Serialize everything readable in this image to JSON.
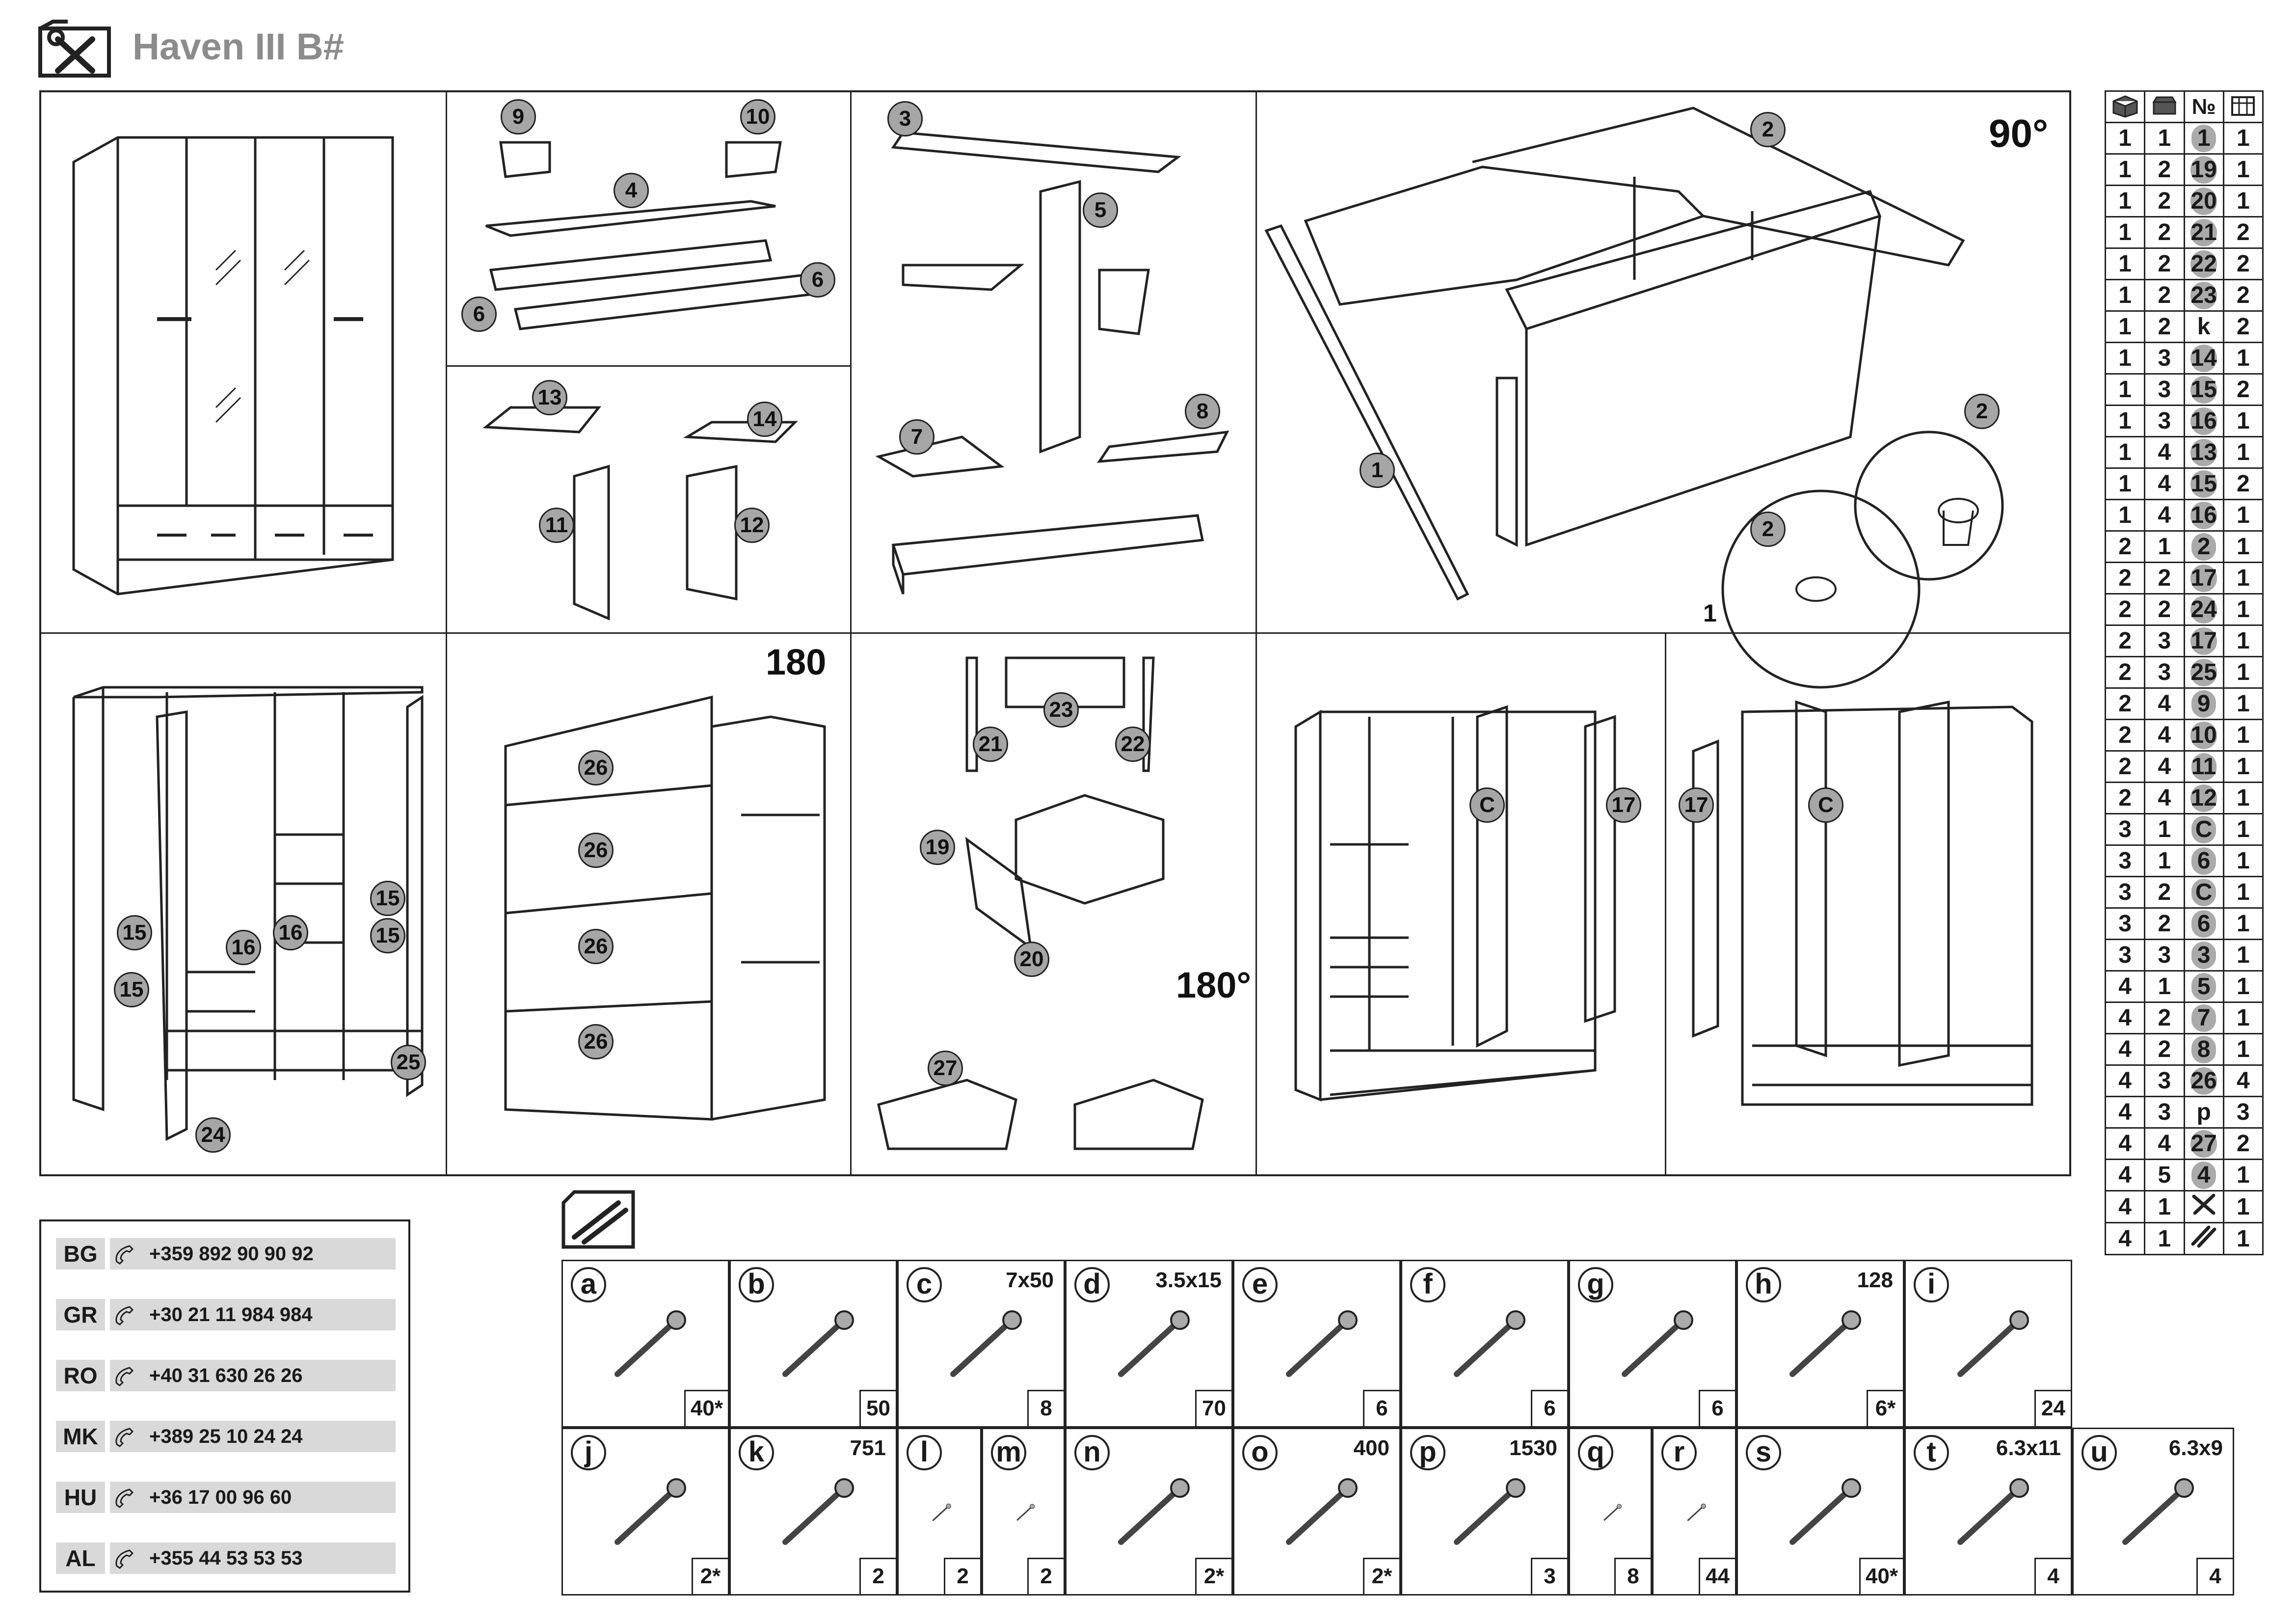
{
  "header": {
    "title": "Haven III B#"
  },
  "panels": {
    "p2": {
      "parts": [
        "9",
        "10",
        "4",
        "6",
        "6"
      ]
    },
    "p3": {
      "parts": [
        "13",
        "14",
        "11",
        "12"
      ]
    },
    "p4": {
      "parts": [
        "3",
        "5",
        "7",
        "8"
      ]
    },
    "p5": {
      "parts": [
        "2",
        "1",
        "2",
        "2",
        "1"
      ],
      "rotation": "90°"
    },
    "p7": {
      "parts": [
        "26",
        "26",
        "26",
        "26"
      ],
      "rotation": "180"
    },
    "p8": {
      "parts": [
        "23",
        "21",
        "22",
        "19",
        "20",
        "27"
      ],
      "rotation": "180°"
    },
    "p9": {
      "parts": [
        "C",
        "17"
      ]
    },
    "p10": {
      "parts": [
        "17",
        "C"
      ]
    },
    "p6": {
      "parts": [
        "15",
        "16",
        "16",
        "15",
        "15",
        "15",
        "24",
        "25"
      ]
    }
  },
  "parts_table": {
    "rows": [
      [
        "1",
        "1",
        "1",
        "1"
      ],
      [
        "1",
        "2",
        "19",
        "1"
      ],
      [
        "1",
        "2",
        "20",
        "1"
      ],
      [
        "1",
        "2",
        "21",
        "2"
      ],
      [
        "1",
        "2",
        "22",
        "2"
      ],
      [
        "1",
        "2",
        "23",
        "2"
      ],
      [
        "1",
        "2",
        "k",
        "2"
      ],
      [
        "1",
        "3",
        "14",
        "1"
      ],
      [
        "1",
        "3",
        "15",
        "2"
      ],
      [
        "1",
        "3",
        "16",
        "1"
      ],
      [
        "1",
        "4",
        "13",
        "1"
      ],
      [
        "1",
        "4",
        "15",
        "2"
      ],
      [
        "1",
        "4",
        "16",
        "1"
      ],
      [
        "2",
        "1",
        "2",
        "1"
      ],
      [
        "2",
        "2",
        "17",
        "1"
      ],
      [
        "2",
        "2",
        "24",
        "1"
      ],
      [
        "2",
        "3",
        "17",
        "1"
      ],
      [
        "2",
        "3",
        "25",
        "1"
      ],
      [
        "2",
        "4",
        "9",
        "1"
      ],
      [
        "2",
        "4",
        "10",
        "1"
      ],
      [
        "2",
        "4",
        "11",
        "1"
      ],
      [
        "2",
        "4",
        "12",
        "1"
      ],
      [
        "3",
        "1",
        "C",
        "1"
      ],
      [
        "3",
        "1",
        "6",
        "1"
      ],
      [
        "3",
        "2",
        "C",
        "1"
      ],
      [
        "3",
        "2",
        "6",
        "1"
      ],
      [
        "3",
        "3",
        "3",
        "1"
      ],
      [
        "4",
        "1",
        "5",
        "1"
      ],
      [
        "4",
        "2",
        "7",
        "1"
      ],
      [
        "4",
        "2",
        "8",
        "1"
      ],
      [
        "4",
        "3",
        "26",
        "4"
      ],
      [
        "4",
        "3",
        "p",
        "3"
      ],
      [
        "4",
        "4",
        "27",
        "2"
      ],
      [
        "4",
        "5",
        "4",
        "1"
      ],
      [
        "4",
        "1",
        "tools-icon",
        "1"
      ],
      [
        "4",
        "1",
        "screws-icon",
        "1"
      ]
    ],
    "header_no": "№"
  },
  "contacts": [
    {
      "code": "BG",
      "phone": "+359 892 90 90 92"
    },
    {
      "code": "GR",
      "phone": "+30 21 11 984 984"
    },
    {
      "code": "RO",
      "phone": "+40 31 630 26 26"
    },
    {
      "code": "MK",
      "phone": "+389 25 10 24 24"
    },
    {
      "code": "HU",
      "phone": "+36 17 00 96 60"
    },
    {
      "code": "AL",
      "phone": "+355 44 53 53 53"
    }
  ],
  "hardware": [
    {
      "letter": "a",
      "size": "",
      "qty": "40*"
    },
    {
      "letter": "b",
      "size": "",
      "qty": "50"
    },
    {
      "letter": "c",
      "size": "7x50",
      "qty": "8"
    },
    {
      "letter": "d",
      "size": "3.5x15",
      "qty": "70"
    },
    {
      "letter": "e",
      "size": "",
      "qty": "6"
    },
    {
      "letter": "f",
      "size": "",
      "qty": "6"
    },
    {
      "letter": "g",
      "size": "",
      "qty": "6"
    },
    {
      "letter": "h",
      "size": "128",
      "qty": "6*"
    },
    {
      "letter": "i",
      "size": "",
      "qty": "24"
    },
    {
      "letter": "j",
      "size": "",
      "qty": "2*"
    },
    {
      "letter": "k",
      "size": "751",
      "qty": "2"
    },
    {
      "letter": "l",
      "size": "",
      "qty": "2"
    },
    {
      "letter": "m",
      "size": "",
      "qty": "2"
    },
    {
      "letter": "n",
      "size": "",
      "qty": "2*"
    },
    {
      "letter": "o",
      "size": "400",
      "qty": "2*"
    },
    {
      "letter": "p",
      "size": "1530",
      "qty": "3"
    },
    {
      "letter": "q",
      "size": "",
      "qty": "8"
    },
    {
      "letter": "r",
      "size": "",
      "qty": "44"
    },
    {
      "letter": "s",
      "size": "",
      "qty": "40*"
    },
    {
      "letter": "t",
      "size": "6.3x11",
      "qty": "4"
    },
    {
      "letter": "u",
      "size": "6.3x9",
      "qty": "4"
    }
  ],
  "detail_labels": {
    "hinge_detail_a": "2",
    "hinge_detail_b": "2",
    "hinge_detail_c": "1"
  }
}
